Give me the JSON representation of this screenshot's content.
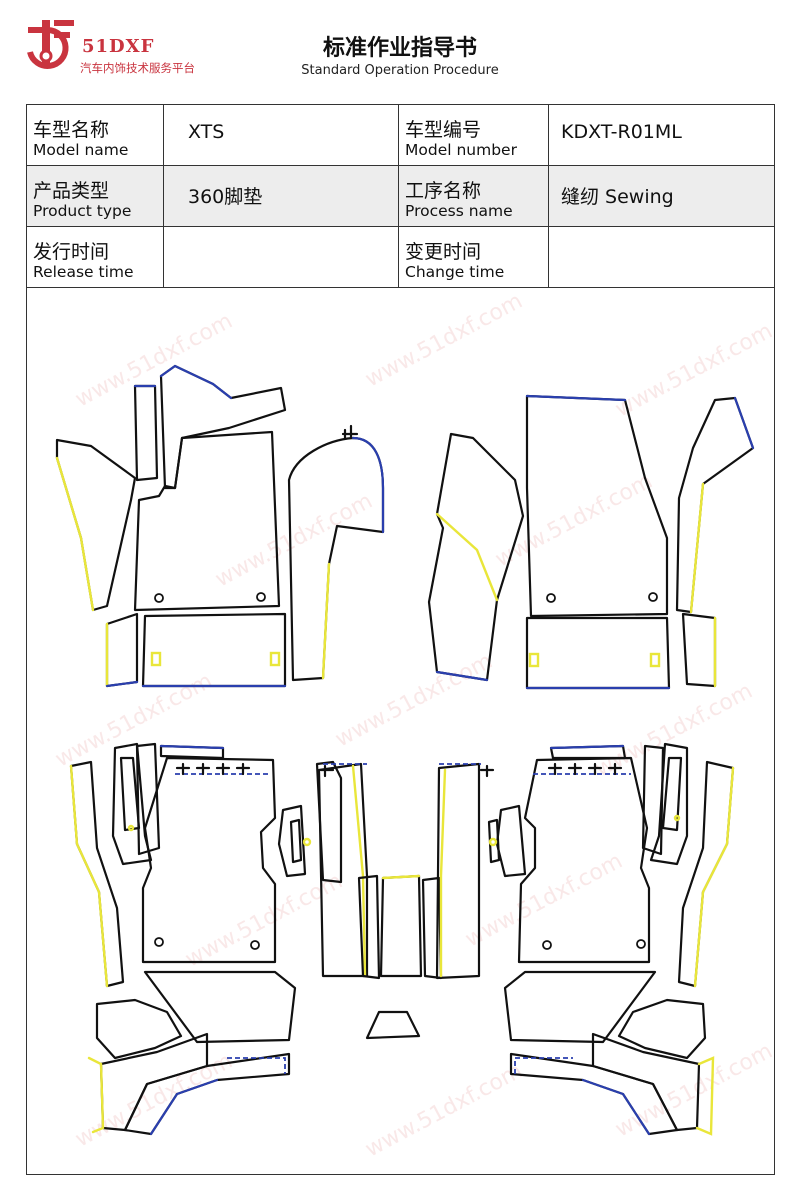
{
  "brand": {
    "logo_text": "51DXF",
    "tagline": "汽车内饰技术服务平台",
    "color": "#c9343f"
  },
  "document": {
    "title": "标准作业指导书",
    "subtitle": "Standard Operation Procedure"
  },
  "info": {
    "model_name": {
      "label_cn": "车型名称",
      "label_en": "Model name",
      "value": "XTS"
    },
    "model_number": {
      "label_cn": "车型编号",
      "label_en": "Model number",
      "value": "KDXT-R01ML"
    },
    "product_type": {
      "label_cn": "产品类型",
      "label_en": "Product type",
      "value": "360脚垫"
    },
    "process_name": {
      "label_cn": "工序名称",
      "label_en": "Process name",
      "value": "缝纫 Sewing"
    },
    "release_time": {
      "label_cn": "发行时间",
      "label_en": "Release time",
      "value": ""
    },
    "change_time": {
      "label_cn": "变更时间",
      "label_en": "Change time",
      "value": ""
    }
  },
  "watermark": "www.51dxf.com",
  "colors": {
    "outline": "#111111",
    "seam_blue": "#2a3fae",
    "seam_yellow": "#e9e63a",
    "row_shade": "#ededed"
  }
}
